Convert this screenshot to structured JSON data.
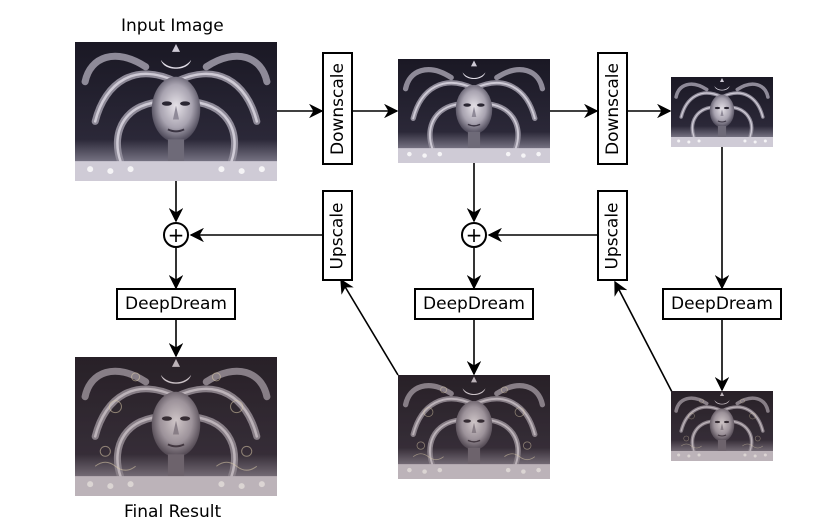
{
  "labels": {
    "input": "Input Image",
    "result": "Final Result"
  },
  "ops": {
    "downscale": "Downscale",
    "upscale": "Upscale",
    "deepdream": "DeepDream",
    "add_symbol": "+"
  },
  "colors": {
    "line": "#000000",
    "image_dark": "#1c1a26",
    "image_mid": "#6e6a78",
    "image_light": "#d8d4dc"
  },
  "icons": [
    "portrait-image",
    "plus-circle-icon",
    "arrow-icon"
  ]
}
